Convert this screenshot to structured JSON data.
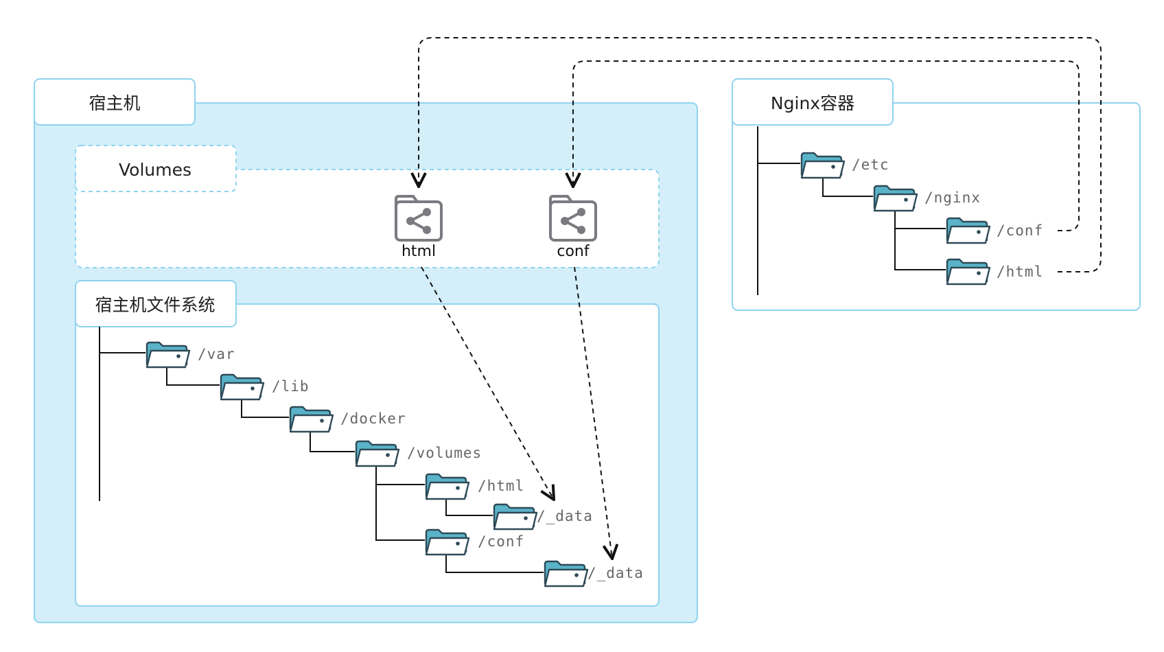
{
  "host": {
    "title": "宿主机"
  },
  "volumes": {
    "title": "Volumes",
    "items": [
      {
        "label": "html"
      },
      {
        "label": "conf"
      }
    ]
  },
  "host_fs": {
    "title": "宿主机文件系统",
    "folders": {
      "var": "/var",
      "lib": "/lib",
      "docker": "/docker",
      "volumes": "/volumes",
      "html": "/html",
      "html_data": "/_data",
      "conf": "/conf",
      "conf_data": "/_data"
    }
  },
  "nginx": {
    "title": "Nginx容器",
    "folders": {
      "etc": "/etc",
      "nginx": "/nginx",
      "conf": "/conf",
      "html": "/html"
    }
  },
  "colors": {
    "panel_fill": "#d4effa",
    "panel_border": "#8fd3ef",
    "folder_fill": "#5ab3c8",
    "folder_stroke": "#2e4a57",
    "volume_icon": "#7a7a80"
  },
  "icons": {
    "folder": "folder-icon",
    "volume": "shared-volume-icon"
  }
}
